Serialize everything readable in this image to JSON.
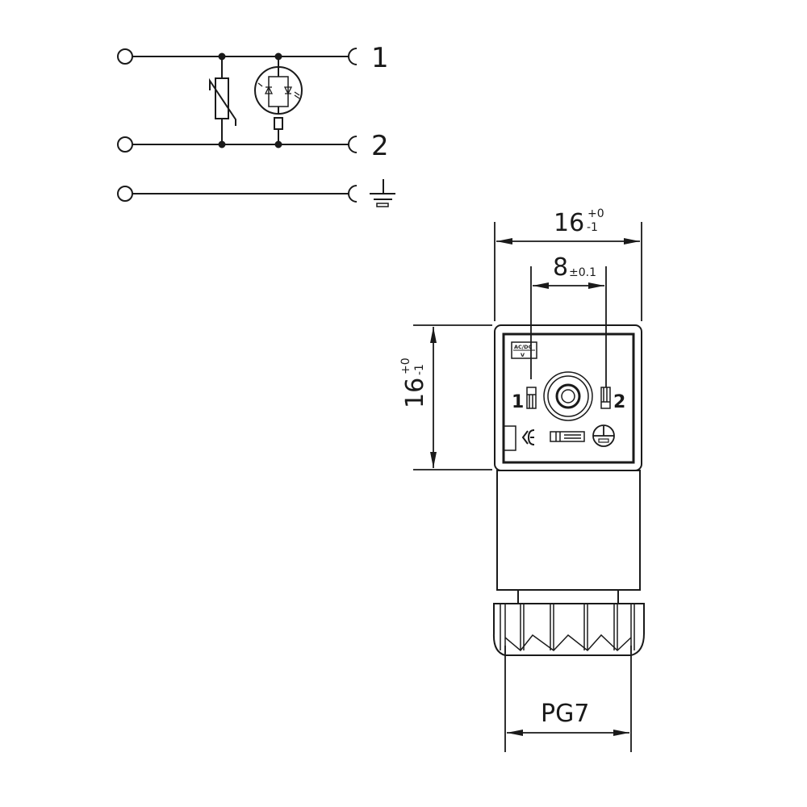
{
  "schematic": {
    "terminals": [
      {
        "id": "1",
        "label": "1"
      },
      {
        "id": "2",
        "label": "2"
      },
      {
        "id": "ground",
        "label": "",
        "symbol": "ground-icon"
      }
    ],
    "components": [
      {
        "type": "varistor",
        "symbol": "varistor-icon"
      },
      {
        "type": "bi-color-led",
        "symbol": "led-pair-icon"
      },
      {
        "type": "resistor",
        "symbol": "resistor-icon"
      }
    ]
  },
  "dimensions": {
    "width_outer": {
      "value": "16",
      "tol_upper": "+0",
      "tol_lower": "-1"
    },
    "pin_spacing": {
      "value": "8",
      "tol": "±0.1"
    },
    "height": {
      "value": "16",
      "tol_upper": "+0",
      "tol_lower": "-1"
    },
    "cable_gland": {
      "value": "PG7"
    }
  },
  "connector_face": {
    "rating_label_top": "AC/DC",
    "rating_label_bottom": "V",
    "pin1_label": "1",
    "pin2_label": "2",
    "icons": [
      "center-screw-icon",
      "pin1-contact-icon",
      "pin2-contact-icon",
      "ce-mark-icon",
      "fuse-icon",
      "ground-contact-icon"
    ]
  },
  "colors": {
    "line": "#1a1a1a",
    "background": "#ffffff"
  }
}
